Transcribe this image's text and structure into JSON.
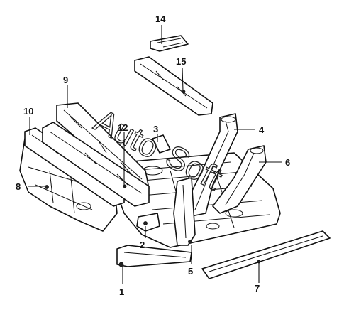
{
  "callouts": {
    "c1": "1",
    "c2": "2",
    "c3": "3",
    "c4": "4",
    "c5": "5",
    "c6": "6",
    "c7": "7",
    "c8": "8",
    "c9": "9",
    "c10": "10",
    "c12": "12",
    "c14": "14",
    "c15": "15"
  },
  "watermark": {
    "line1": "Auto",
    "line2": "Soft"
  }
}
